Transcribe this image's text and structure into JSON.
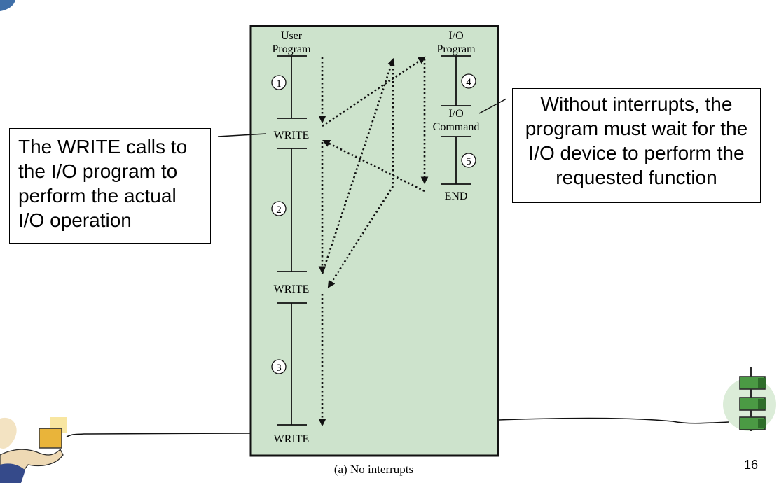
{
  "diagram": {
    "user_program_label": [
      "User",
      "Program"
    ],
    "io_program_label": [
      "I/O",
      "Program"
    ],
    "io_command_label": [
      "I/O",
      "Command"
    ],
    "write_labels": [
      "WRITE",
      "WRITE",
      "WRITE"
    ],
    "end_label": "END",
    "segments": [
      "1",
      "2",
      "3",
      "4",
      "5"
    ],
    "caption": "(a) No interrupts",
    "background_color": "#cde3cc"
  },
  "callouts": {
    "left_text": "The WRITE calls to the I/O program to perform the actual I/O operation",
    "right_text": "Without interrupts, the program must wait for the I/O device to perform the requested function"
  },
  "slide_number": "16",
  "decorations": {
    "left_icon": "hand-holding-box-icon",
    "right_icon": "stacked-modules-icon",
    "top_left_icon": "corner-graphic-icon"
  }
}
